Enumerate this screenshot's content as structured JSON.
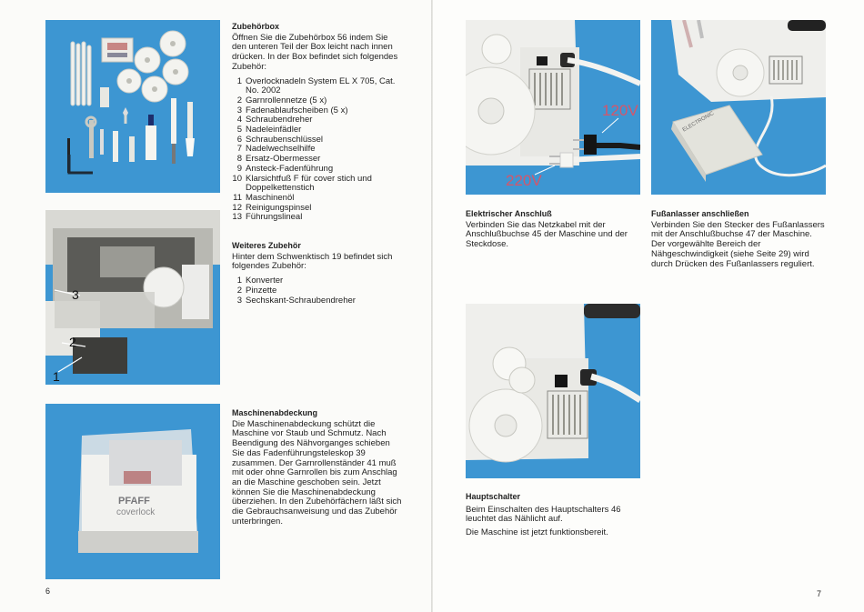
{
  "left_page": {
    "page_number": "6",
    "zubehoerbox": {
      "heading": "Zubehörbox",
      "intro": "Öffnen Sie die Zubehörbox 56 indem Sie den unteren Teil der Box leicht nach innen drücken. In der Box befindet sich folgendes Zubehör:",
      "items": [
        {
          "num": "1",
          "text": "Overlocknadeln System EL X 705, Cat. No. 2002"
        },
        {
          "num": "2",
          "text": "Garnrollennetze (5 x)"
        },
        {
          "num": "3",
          "text": "Fadenablaufscheiben (5 x)"
        },
        {
          "num": "4",
          "text": "Schraubendreher"
        },
        {
          "num": "5",
          "text": "Nadeleinfädler"
        },
        {
          "num": "6",
          "text": "Schraubenschlüssel"
        },
        {
          "num": "7",
          "text": "Nadelwechselhilfe"
        },
        {
          "num": "8",
          "text": "Ersatz-Obermesser"
        },
        {
          "num": "9",
          "text": "Ansteck-Fadenführung"
        },
        {
          "num": "10",
          "text": "Klarsichtfuß F für cover stich und Doppelkettenstich"
        },
        {
          "num": "11",
          "text": "Maschinenöl"
        },
        {
          "num": "12",
          "text": "Reinigungspinsel"
        },
        {
          "num": "13",
          "text": "Führungslineal"
        }
      ]
    },
    "weiteres": {
      "heading": "Weiteres Zubehör",
      "intro": "Hinter dem Schwenktisch 19 befindet sich folgendes Zubehör:",
      "items": [
        {
          "num": "1",
          "text": "Konverter"
        },
        {
          "num": "2",
          "text": "Pinzette"
        },
        {
          "num": "3",
          "text": "Sechskant-Schraubendreher"
        }
      ]
    },
    "abdeckung": {
      "heading": "Maschinenabdeckung",
      "body": "Die Maschinenabdeckung schützt die Maschine vor Staub und Schmutz. Nach Beendigung des Nähvorganges schieben Sie das Fadenführungsteleskop 39 zusammen. Der Garnrollenständer 41 muß mit oder ohne Garnrollen bis zum Anschlag an die Maschine geschoben sein. Jetzt können Sie die Maschinenabdeckung überziehen. In den Zubehörfächern läßt sich die Gebrauchsanweisung und das Zubehör unterbringen."
    },
    "photo_labels": {
      "one": "1",
      "two": "2",
      "three": "3"
    },
    "cover_brand": "PFAFF",
    "cover_model": "coverlock"
  },
  "right_page": {
    "page_number": "7",
    "anschluss": {
      "heading": "Elektrischer Anschluß",
      "body": "Verbinden Sie das Netzkabel mit der Anschlußbuchse 45 der Maschine und der Steckdose."
    },
    "fussanlasser": {
      "heading": "Fußanlasser anschließen",
      "body": "Verbinden Sie den Stecker des Fußanlassers mit der Anschlußbuchse 47 der Maschine. Der vorgewählte Bereich der Nähgeschwindigkeit (siehe Seite 29) wird durch Drücken des Fußanlassers reguliert."
    },
    "hauptschalter": {
      "heading": "Hauptschalter",
      "body1": "Beim Einschalten des Hauptschalters 46 leuchtet das Nählicht auf.",
      "body2": "Die Maschine ist jetzt funktionsbereit."
    },
    "volt_120": "120V",
    "volt_220": "220V",
    "pedal_brand": "ELECTRONIC"
  },
  "colors": {
    "photo_blue": "#3d96d2",
    "volt_label": "#d4566b",
    "pedal_grey": "#e3e3dc"
  }
}
